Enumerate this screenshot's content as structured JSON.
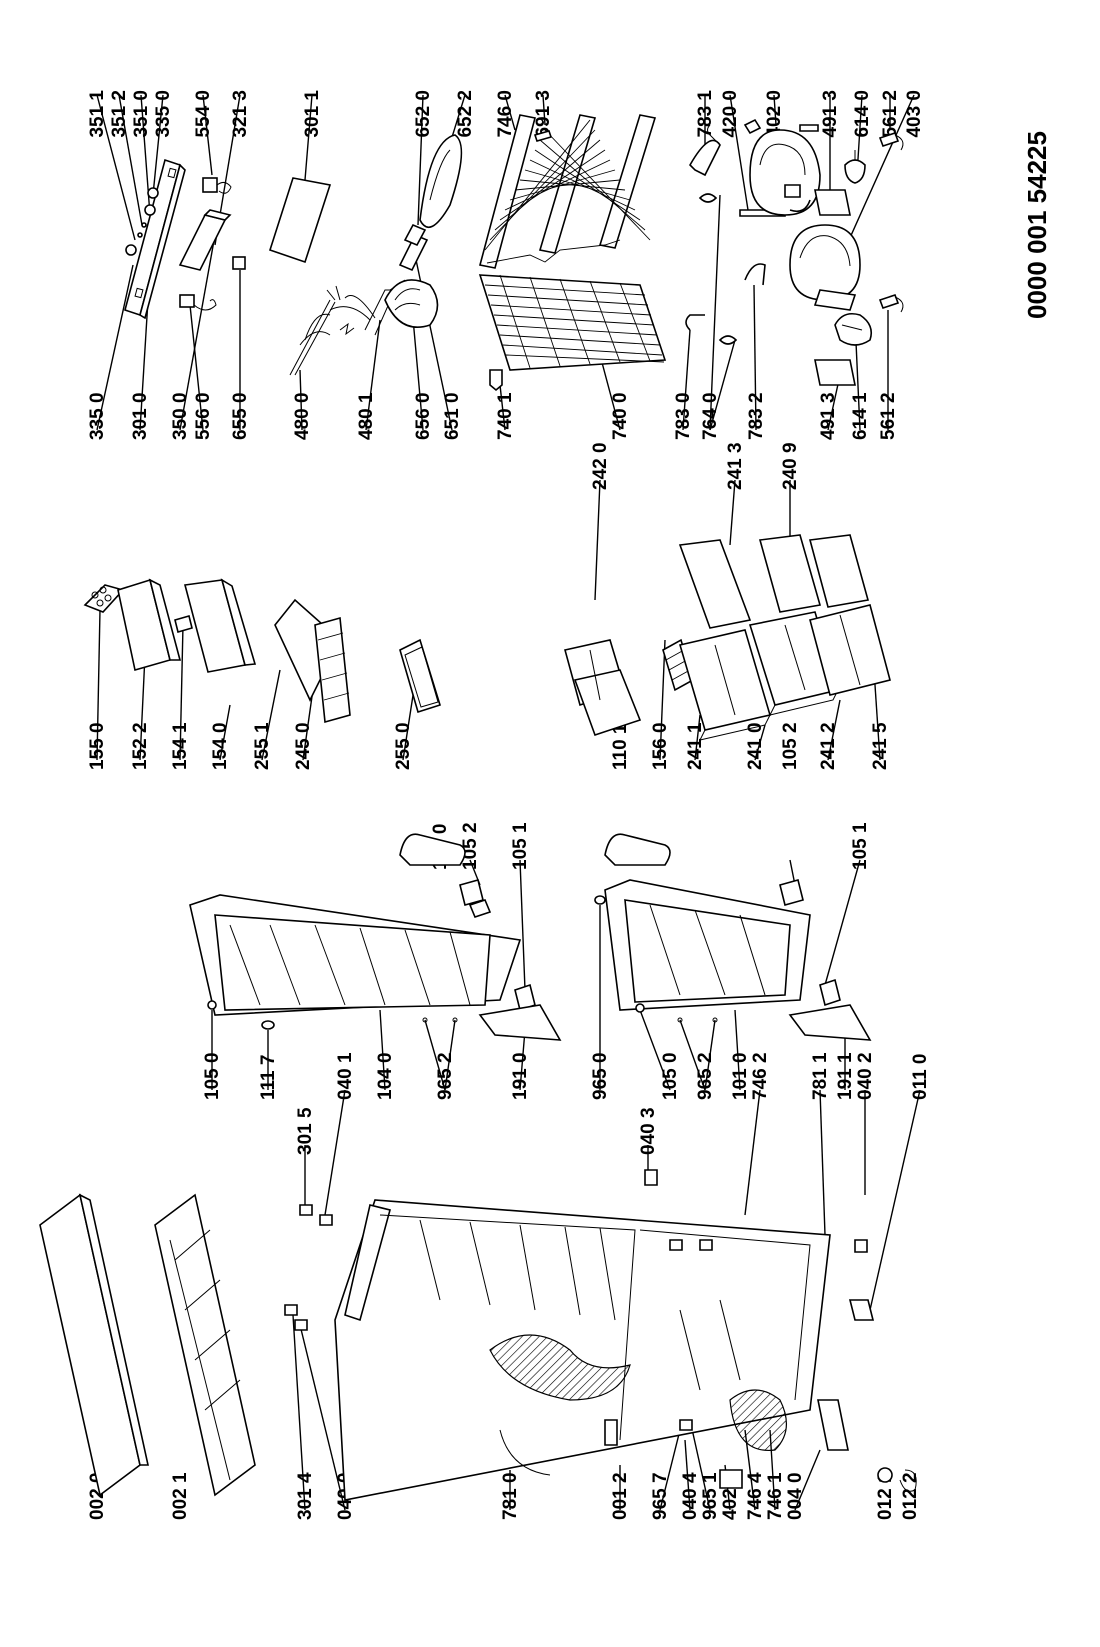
{
  "document_number": "0000 001 54225",
  "labels": {
    "g1": [
      "351 1",
      "351 2",
      "351 0",
      "335 0",
      "554 0",
      "321 3",
      "301 1",
      "652 0",
      "652 2",
      "746 0",
      "691 3",
      "783 1",
      "420 0",
      "402 0",
      "491 3",
      "614 0",
      "561 2",
      "403 0"
    ],
    "g2": [
      "335 0",
      "301 0",
      "350 0",
      "556 0",
      "655 0",
      "480 0",
      "480 1",
      "656 0",
      "651 0",
      "740 1",
      "242 0",
      "740 0",
      "783 0",
      "764 0",
      "241 3",
      "783 2",
      "240 9",
      "491 3",
      "614 1",
      "561 2"
    ],
    "g3": [
      "155 0",
      "152 2",
      "154 1",
      "154 0",
      "255 1",
      "245 0",
      "255 0",
      "110 0",
      "105 2",
      "105 1",
      "110 1",
      "156 0",
      "241 1",
      "241 0",
      "105 2",
      "241 2",
      "105 1",
      "241 5"
    ],
    "g4": [
      "105 0",
      "111 7",
      "301 5",
      "040 1",
      "104 0",
      "965 2",
      "191 0",
      "965 0",
      "040 3",
      "105 0",
      "965 2",
      "101 0",
      "746 2",
      "781 1",
      "191 1",
      "040 2",
      "011 0"
    ],
    "g5": [
      "002 0",
      "002 1",
      "301 4",
      "040 0",
      "781 0",
      "001 2",
      "965 7",
      "040 4",
      "965 1",
      "402 1",
      "746 4",
      "746 1",
      "004 0",
      "012 1",
      "012 2"
    ]
  }
}
